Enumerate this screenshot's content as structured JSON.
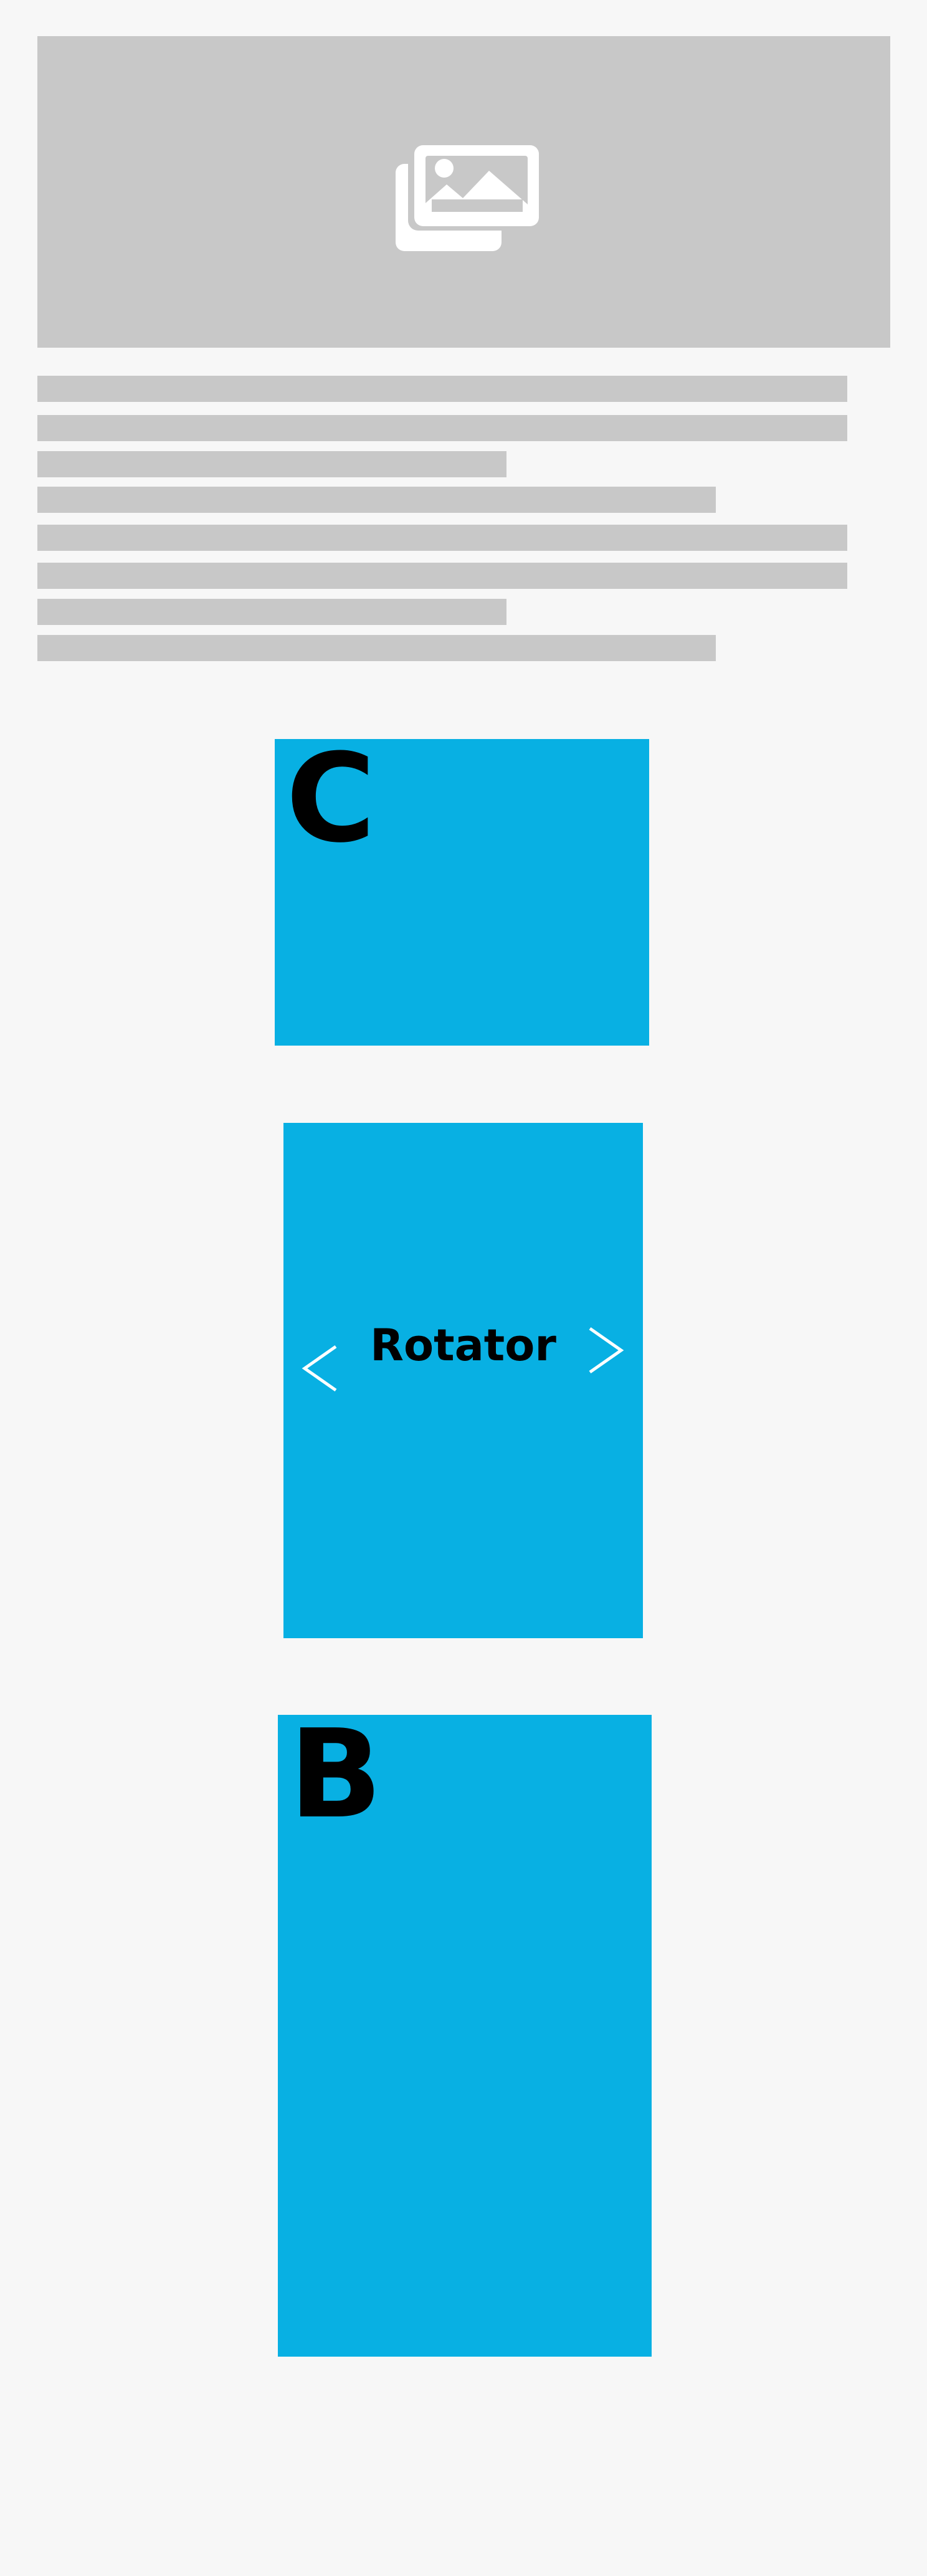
{
  "hero": {
    "icon": "image-gallery-icon",
    "background": "#c8c8c8"
  },
  "accent_color": "#08b0e3",
  "panel_c": {
    "label": "C"
  },
  "rotator": {
    "title": "Rotator",
    "prev_icon": "chevron-left-icon",
    "next_icon": "chevron-right-icon"
  },
  "panel_b": {
    "label": "B"
  }
}
